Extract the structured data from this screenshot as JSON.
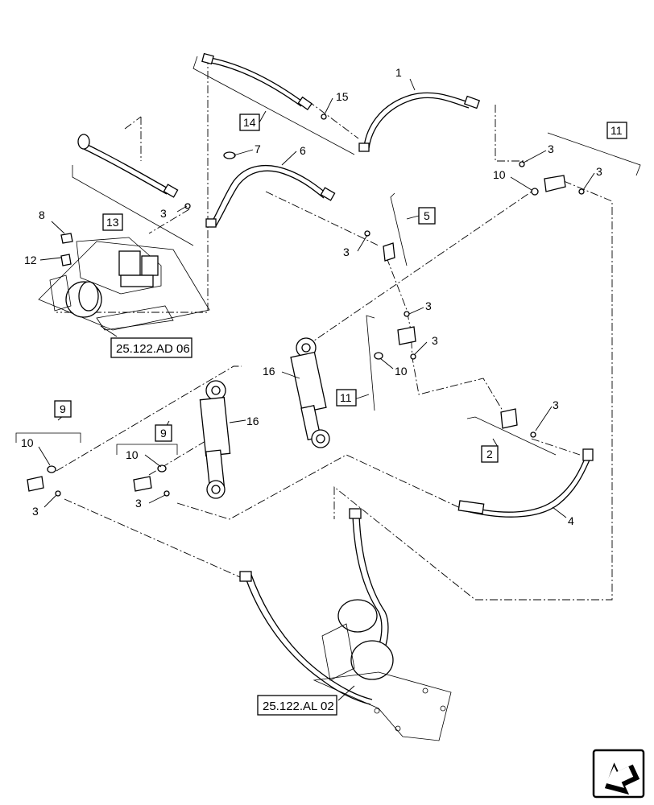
{
  "callouts": {
    "c1": "1",
    "c2": "2",
    "c3": "3",
    "c4": "4",
    "c5": "5",
    "c6": "6",
    "c7": "7",
    "c8": "8",
    "c9": "9",
    "c10": "10",
    "c11": "11",
    "c12": "12",
    "c13": "13",
    "c14": "14",
    "c15": "15",
    "c16": "16"
  },
  "references": {
    "ref_ad06": "25.122.AD 06",
    "ref_al02": "25.122.AL 02"
  },
  "nav": {
    "icon": "next-page-arrow-icon"
  }
}
